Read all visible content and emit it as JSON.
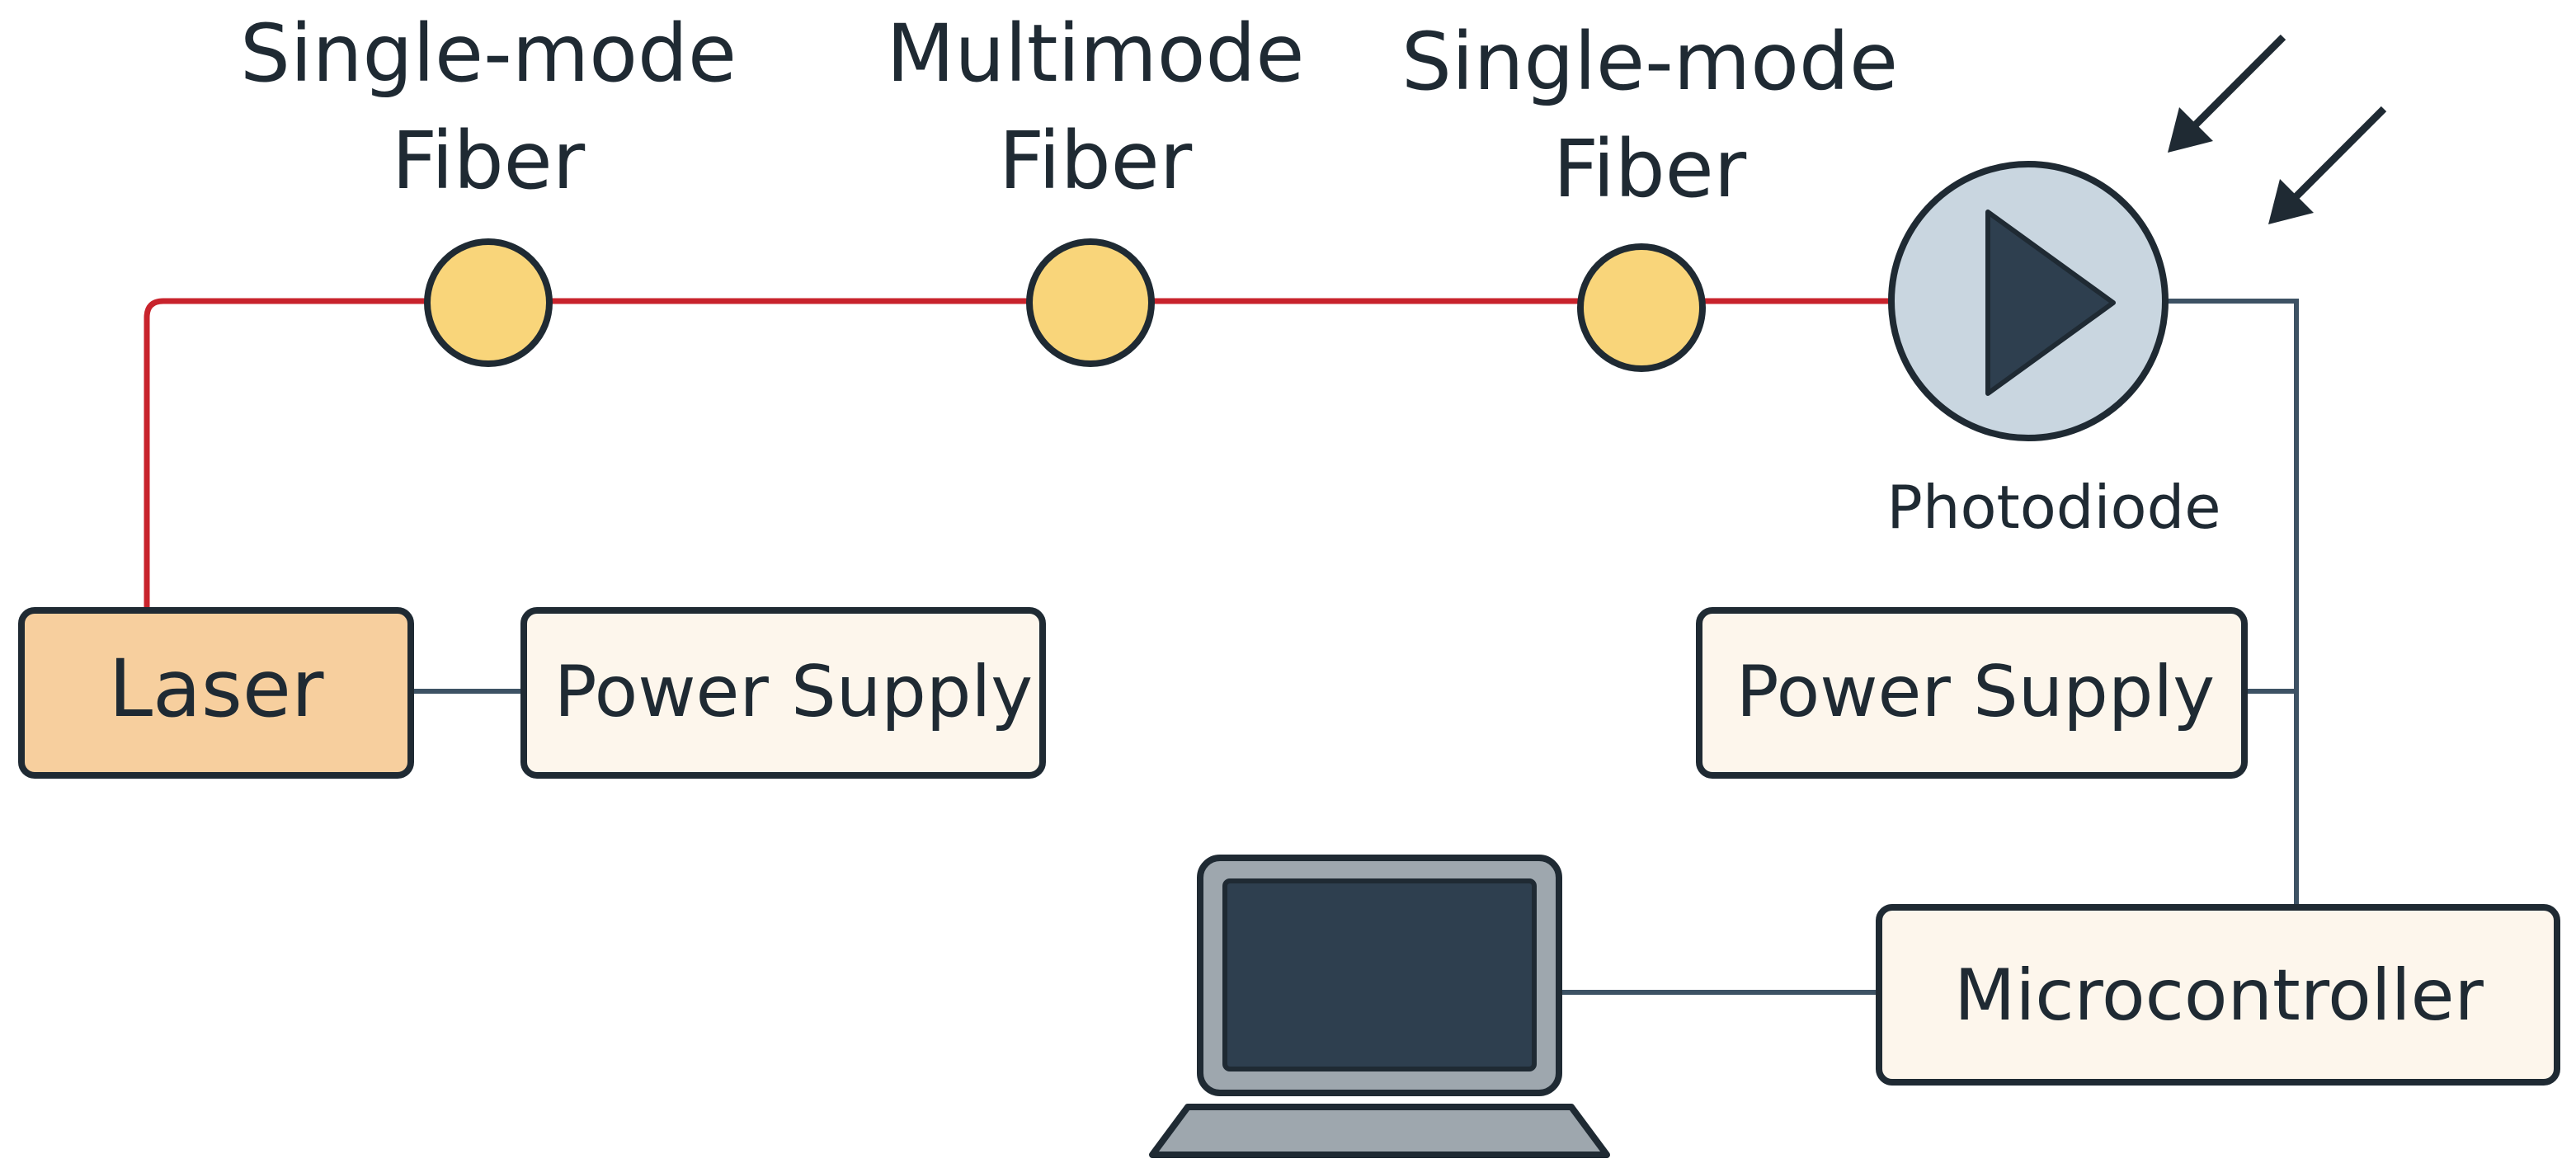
{
  "fibers": [
    {
      "line1": "Single-mode",
      "line2": "Fiber"
    },
    {
      "line1": "Multimode",
      "line2": "Fiber"
    },
    {
      "line1": "Single-mode",
      "line2": "Fiber"
    }
  ],
  "photodiode": {
    "label": "Photodiode"
  },
  "laser": {
    "label": "Laser"
  },
  "power_supply_left": {
    "label": "Power Supply"
  },
  "power_supply_right": {
    "label": "Power Supply"
  },
  "microcontroller": {
    "label": "Microcontroller"
  },
  "colors": {
    "fiber_line": "#c8232c",
    "signal_line": "#3d5264",
    "connector_fill": "#f9d57a",
    "laser_fill": "#f7cf9e",
    "box_fill": "#fdf6ec",
    "photodiode_fill": "#c9d6e0",
    "dark": "#2e3f4f"
  }
}
